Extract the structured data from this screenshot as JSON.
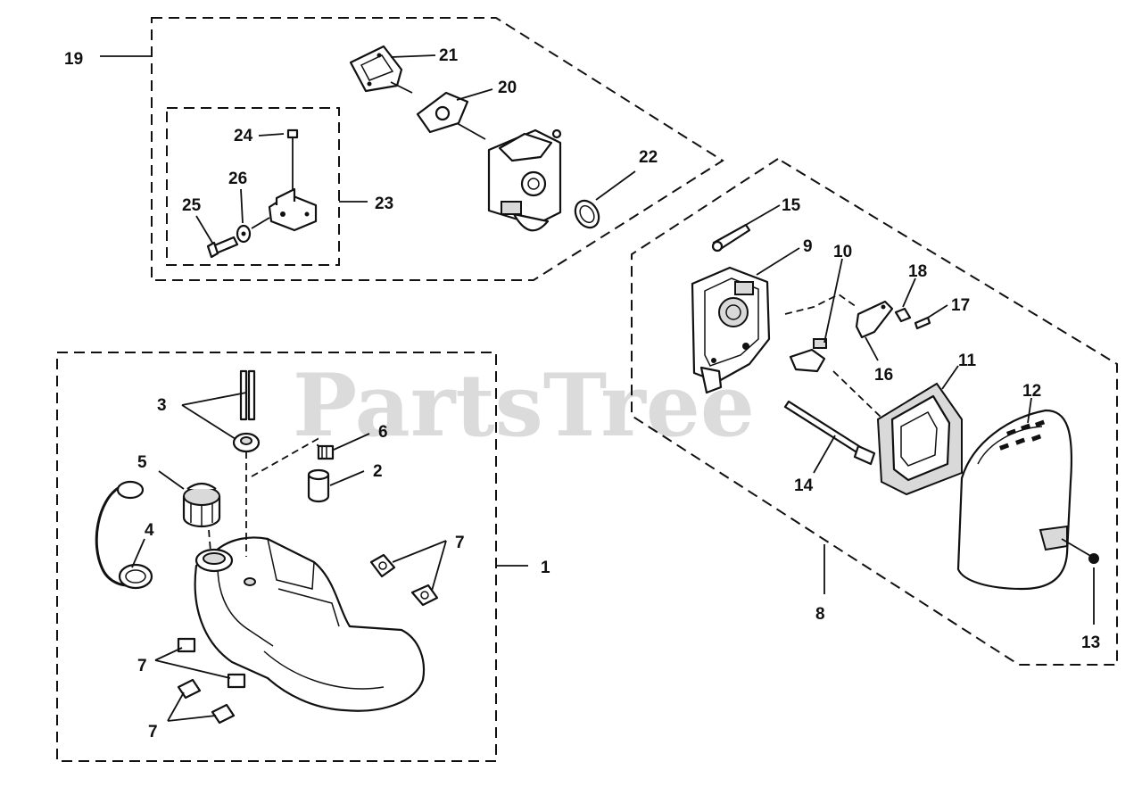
{
  "watermark": "PartsTree",
  "callouts": {
    "c1": "1",
    "c2": "2",
    "c3": "3",
    "c4": "4",
    "c5": "5",
    "c6": "6",
    "c7a": "7",
    "c7b": "7",
    "c7c": "7",
    "c8": "8",
    "c9": "9",
    "c10": "10",
    "c11": "11",
    "c12": "12",
    "c13": "13",
    "c14": "14",
    "c15": "15",
    "c16": "16",
    "c17": "17",
    "c18": "18",
    "c19": "19",
    "c20": "20",
    "c21": "21",
    "c22": "22",
    "c23": "23",
    "c24": "24",
    "c25": "25",
    "c26": "26"
  }
}
